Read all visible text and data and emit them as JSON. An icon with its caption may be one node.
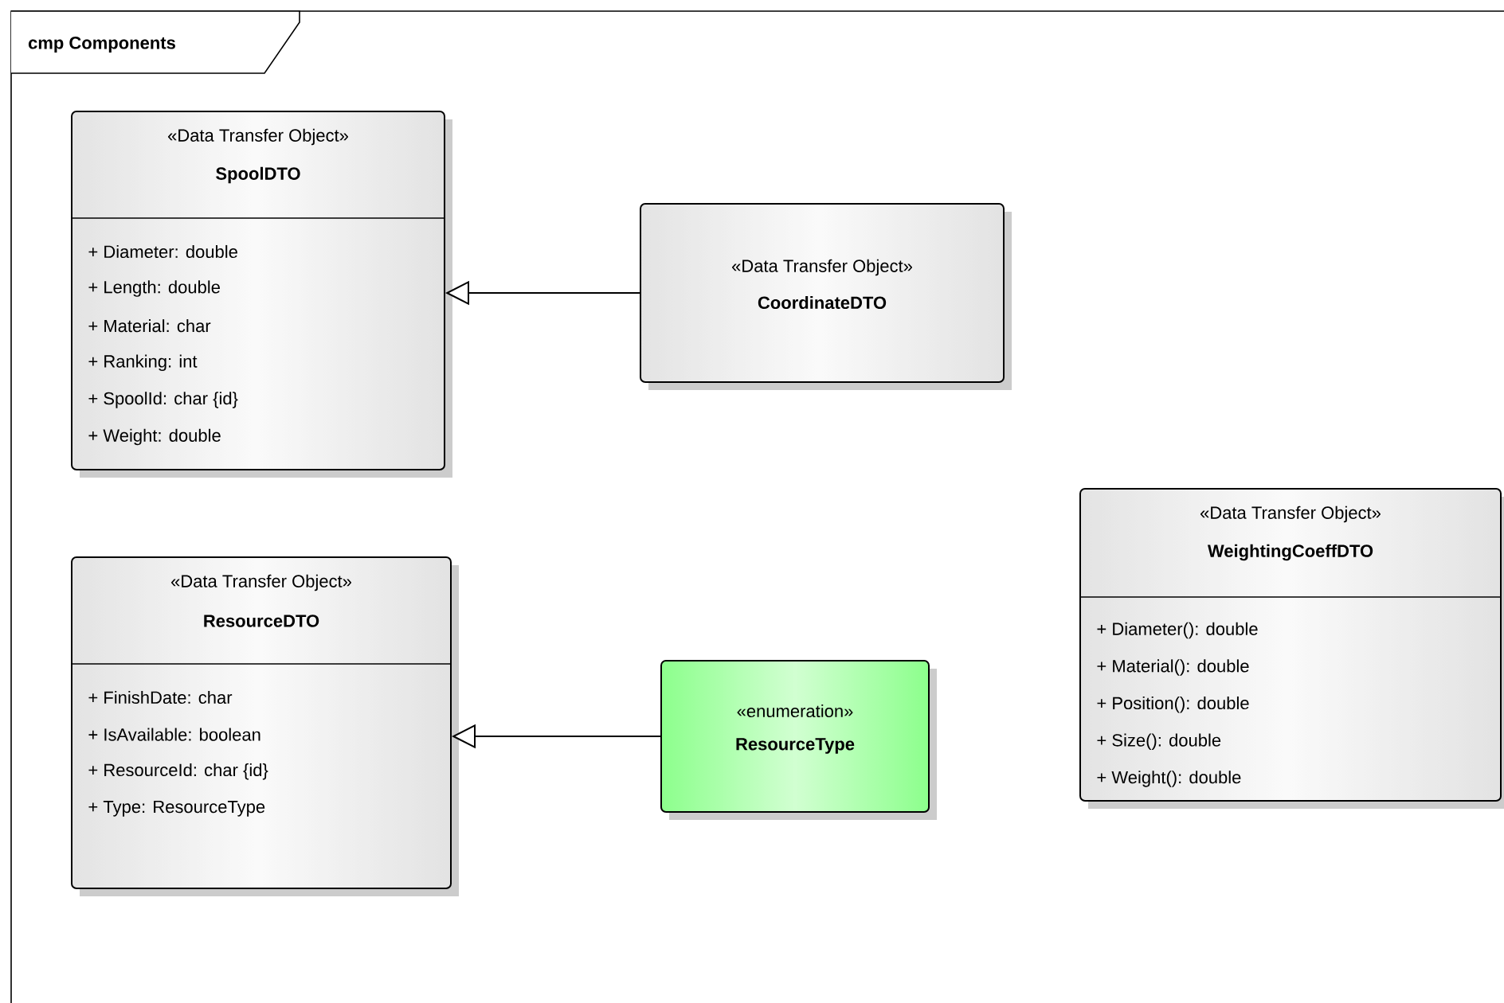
{
  "diagram": {
    "title": "cmp Components",
    "nodes": [
      {
        "text": [
          "«Data Transfer Object»",
          "SpoolDTO",
          "+ Diameter: double",
          "+ Length: double",
          "+ Material: char",
          "+ Ranking: int",
          "+ SpoolId: char {id}",
          "+ Weight: double"
        ]
      },
      {
        "text": [
          "«Data Transfer Object»",
          "CoordinateDTO"
        ]
      },
      {
        "text": [
          "«Data Transfer Object»",
          "WeightingCoeffDTO",
          "+ Diameter(): double",
          "+ Material(): double",
          "+ Position(): double",
          "+ Size(): double",
          "+ Weight(): double"
        ]
      },
      {
        "text": [
          "«Data Transfer Object»",
          "ResourceDTO",
          "+ FinishDate: char",
          "+ IsAvailable: boolean",
          "+ ResourceId: char {id}",
          "+ Type: ResourceType"
        ]
      },
      {
        "text": [
          "«enumeration»",
          "ResourceType"
        ]
      }
    ],
    "edges": [
      {
        "from": 1,
        "to": 0,
        "arrow": "to"
      },
      {
        "from": 4,
        "to": 3,
        "arrow": "to"
      }
    ]
  }
}
